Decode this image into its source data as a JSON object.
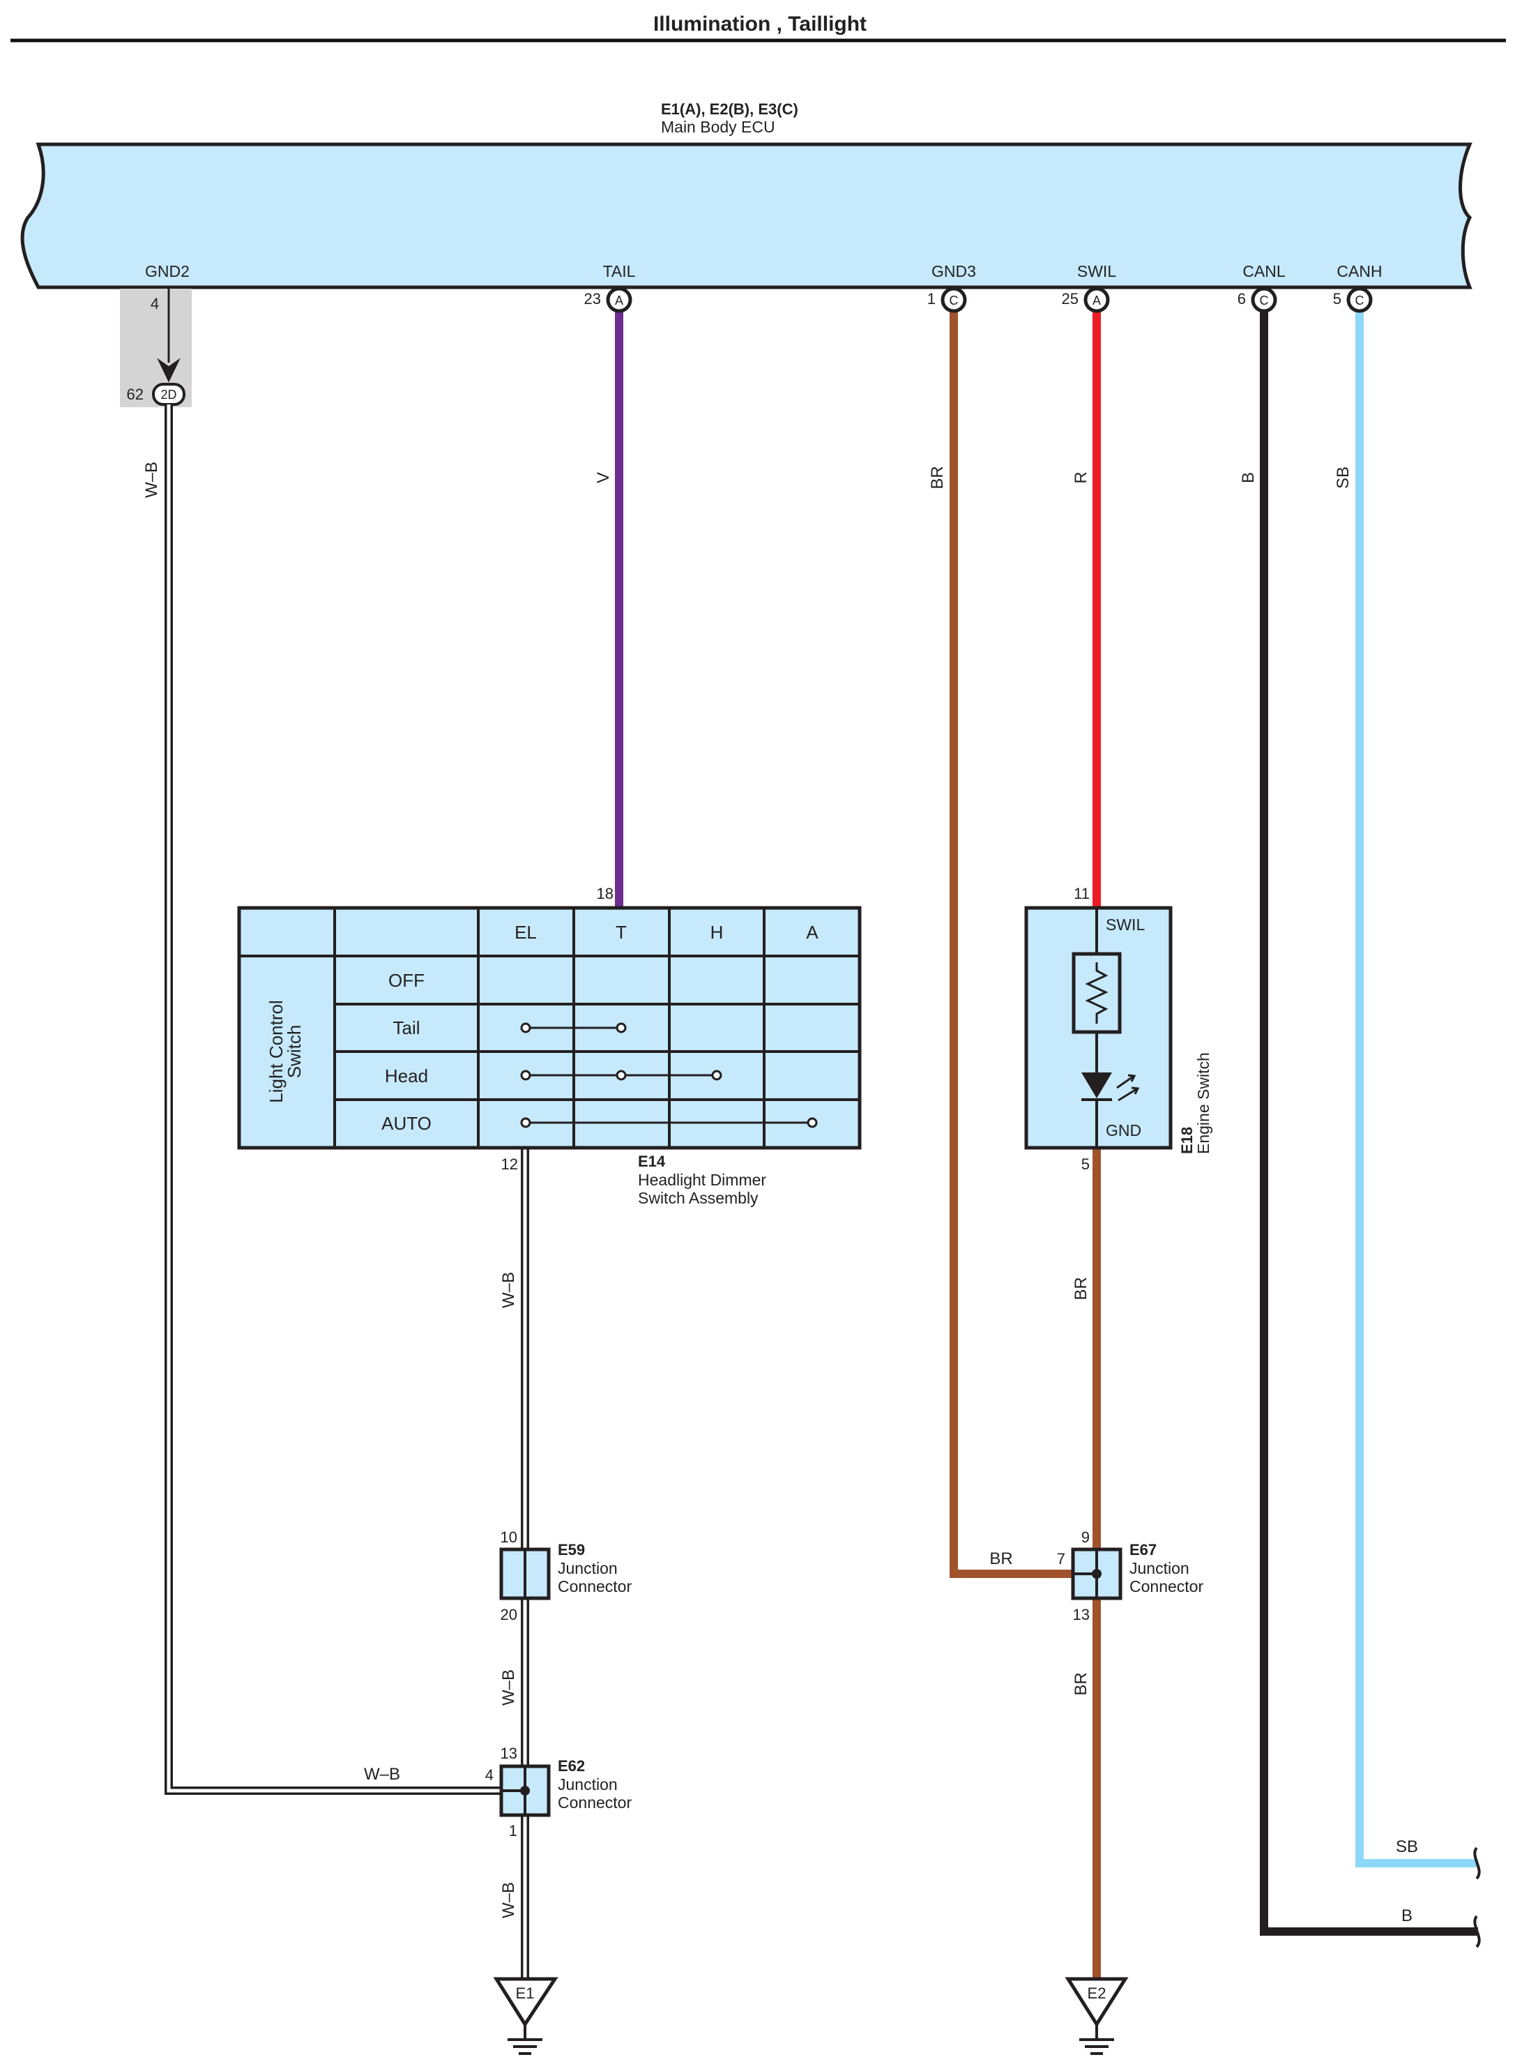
{
  "title": "Illumination , Taillight",
  "ecu": {
    "connectors": "E1(A), E2(B), E3(C)",
    "name": "Main Body ECU",
    "terminals": {
      "gnd2": {
        "name": "GND2",
        "pin": "4"
      },
      "tail": {
        "name": "TAIL",
        "pin": "23",
        "letter": "A"
      },
      "gnd3": {
        "name": "GND3",
        "pin": "1",
        "letter": "C"
      },
      "swil": {
        "name": "SWIL",
        "pin": "25",
        "letter": "A"
      },
      "canl": {
        "name": "CANL",
        "pin": "6",
        "letter": "C"
      },
      "canh": {
        "name": "CANH",
        "pin": "5",
        "letter": "C"
      }
    }
  },
  "splice_2d": {
    "pin": "62",
    "label": "2D"
  },
  "wires": {
    "v": "V",
    "br": "BR",
    "r": "R",
    "b": "B",
    "sb": "SB",
    "wb": "W–B"
  },
  "colors": {
    "ecu_fill": "#c6e9fb",
    "violet": "#6e2d91",
    "brown": "#a0522d",
    "red": "#ee1c25",
    "black": "#231f20",
    "sky_blue": "#8dd8f8",
    "white_wire_outline": "#231f20"
  },
  "e14": {
    "code": "E14",
    "name_line1": "Headlight Dimmer",
    "name_line2": "Switch Assembly",
    "pin_top": "18",
    "pin_bottom": "12",
    "side_label_line1": "Light Control",
    "side_label_line2": "Switch",
    "columns": [
      "EL",
      "T",
      "H",
      "A"
    ],
    "rows": [
      "OFF",
      "Tail",
      "Head",
      "AUTO"
    ]
  },
  "e18": {
    "code": "E18",
    "name": "Engine Switch",
    "pin_top": "11",
    "pin_bottom": "5",
    "term_top": "SWIL",
    "term_bottom": "GND"
  },
  "e59": {
    "code": "E59",
    "name_line1": "Junction",
    "name_line2": "Connector",
    "pin_top": "10",
    "pin_bottom": "20"
  },
  "e62": {
    "code": "E62",
    "name_line1": "Junction",
    "name_line2": "Connector",
    "pin_top": "13",
    "pin_left": "4",
    "pin_bottom": "1"
  },
  "e67": {
    "code": "E67",
    "name_line1": "Junction",
    "name_line2": "Connector",
    "pin_top": "9",
    "pin_left": "7",
    "pin_bottom": "13"
  },
  "grounds": {
    "e1": "E1",
    "e2": "E2"
  }
}
